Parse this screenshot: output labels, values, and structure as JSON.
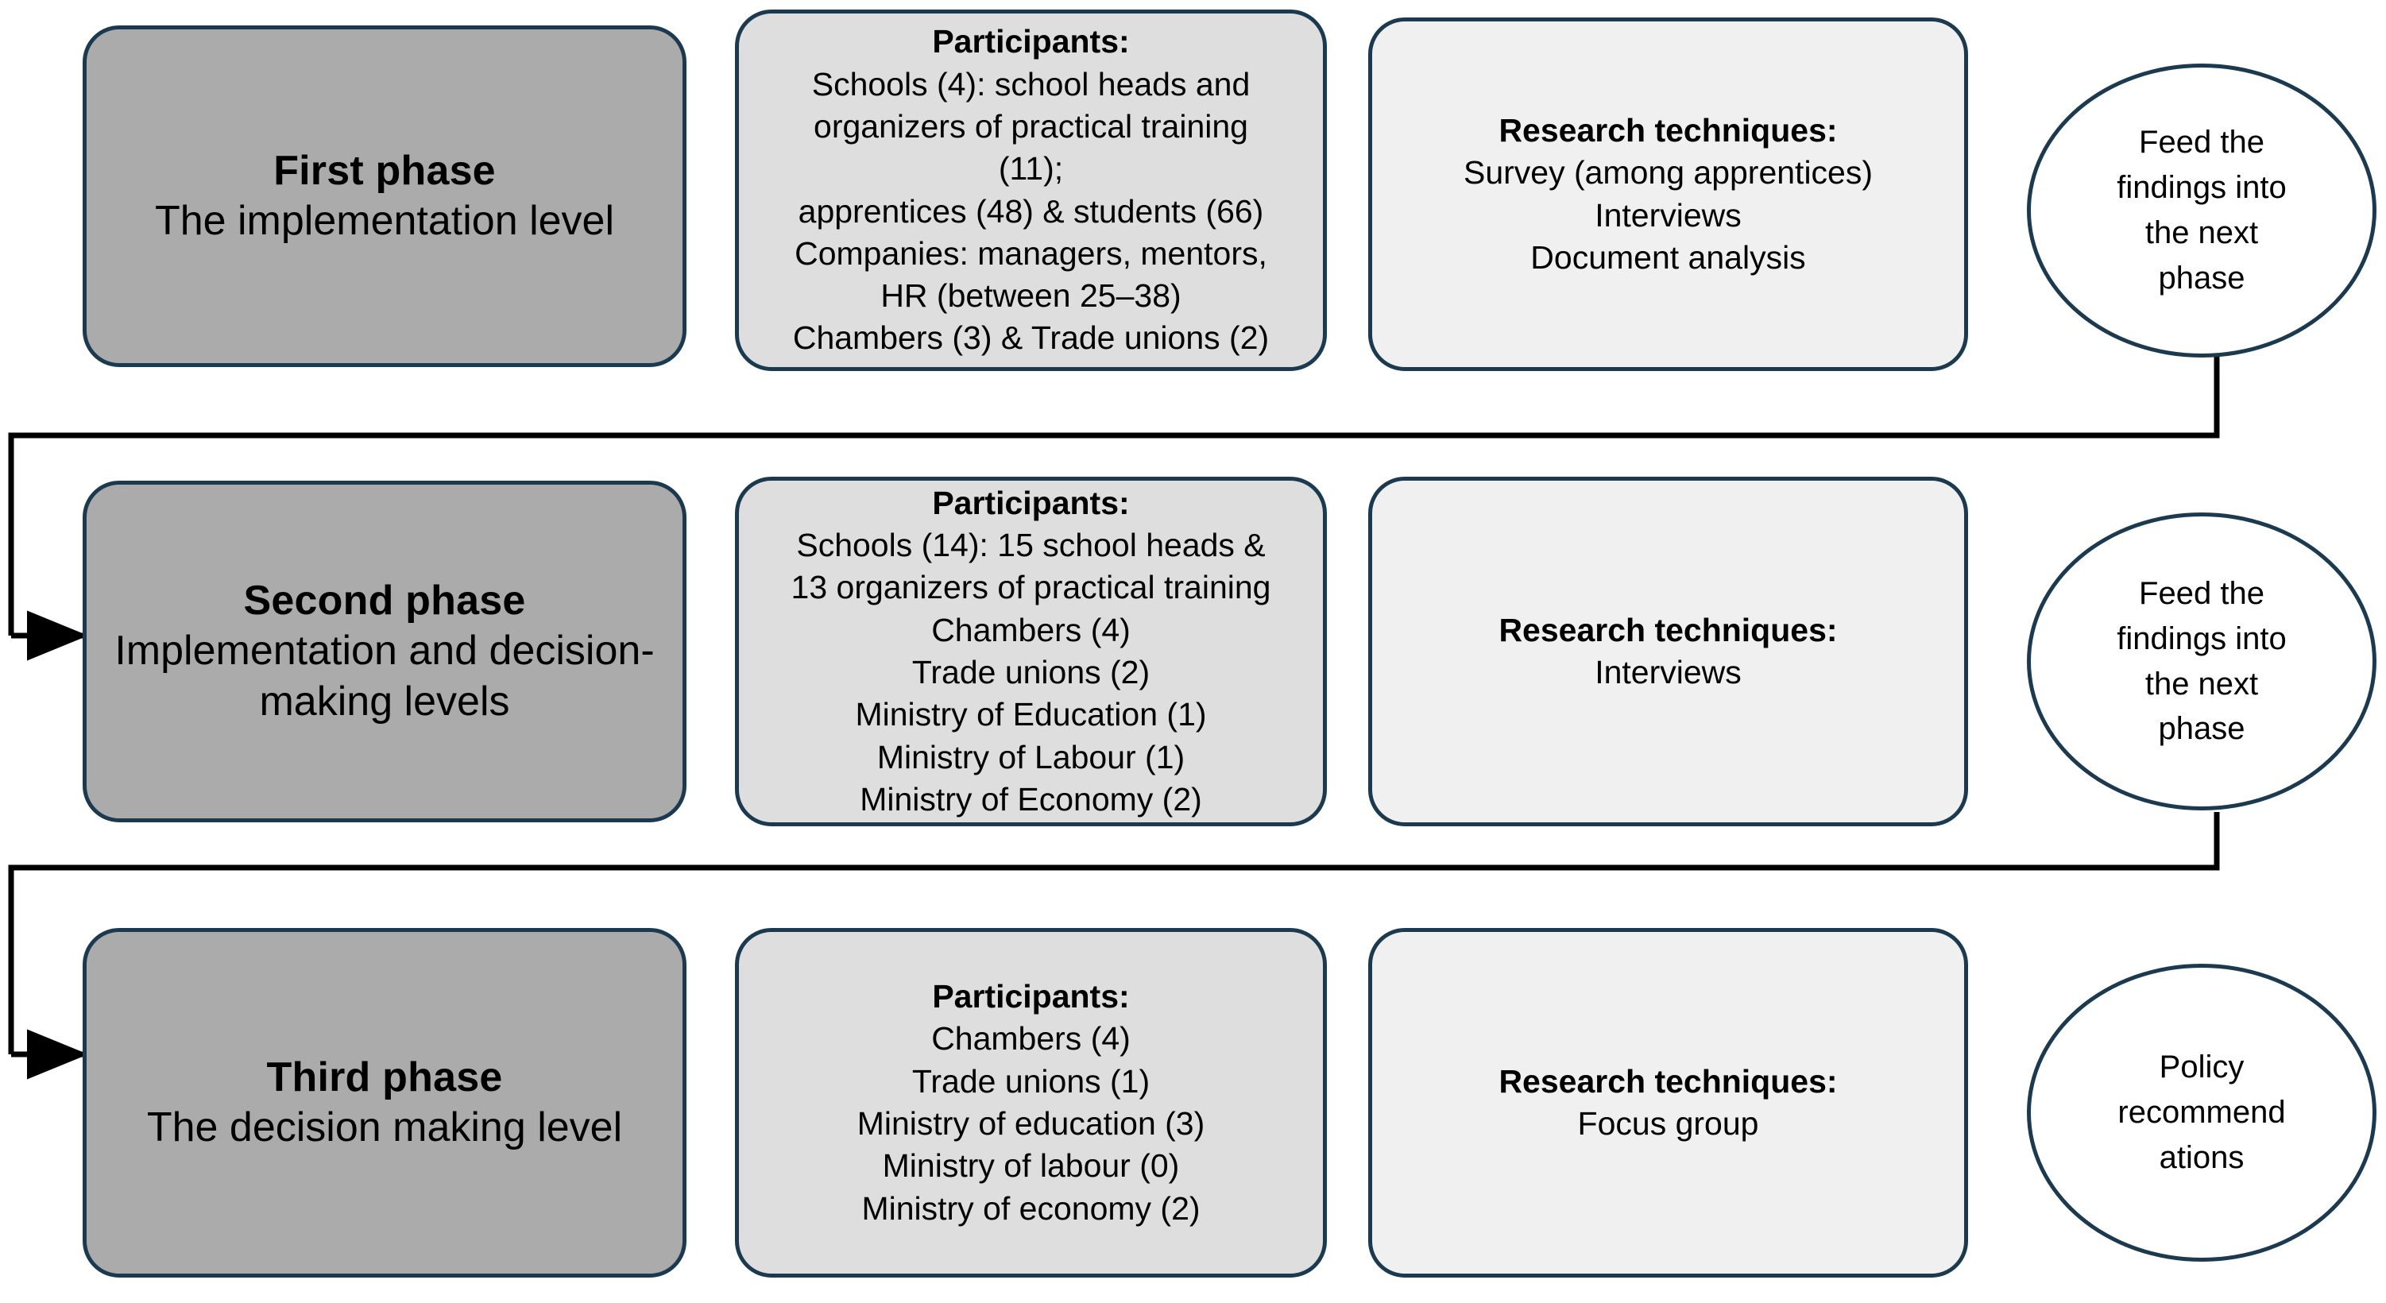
{
  "diagram": {
    "title": "Three-phase research design flowchart",
    "colors": {
      "border": "#1b3a4f",
      "phase_fill": "#ababab",
      "participants_fill": "#dedede",
      "techniques_fill": "#f0f0f0",
      "connector": "#000000",
      "ellipse_fill": "#ffffff",
      "background": "#ffffff"
    }
  },
  "rows": [
    {
      "phase": {
        "title": "First phase",
        "subtitle": "The implementation level"
      },
      "participants": {
        "heading": "Participants:",
        "lines": [
          "Schools (4): school heads and",
          "organizers of practical training",
          "(11);",
          "apprentices (48) & students (66)",
          "Companies: managers, mentors,",
          "HR (between 25–38)",
          "Chambers (3) & Trade unions (2)"
        ]
      },
      "techniques": {
        "heading": "Research techniques:",
        "lines": [
          "Survey (among apprentices)",
          "Interviews",
          "Document analysis"
        ]
      },
      "outcome": {
        "lines": [
          "Feed the",
          "findings into",
          "the next",
          "phase"
        ]
      }
    },
    {
      "phase": {
        "title": "Second phase",
        "subtitle": "Implementation and decision-making levels"
      },
      "participants": {
        "heading": "Participants:",
        "lines": [
          "Schools (14): 15 school heads &",
          "13 organizers of practical training",
          "Chambers (4)",
          "Trade unions (2)",
          "Ministry of Education (1)",
          "Ministry of Labour (1)",
          "Ministry of Economy (2)"
        ]
      },
      "techniques": {
        "heading": "Research techniques:",
        "lines": [
          "Interviews"
        ]
      },
      "outcome": {
        "lines": [
          "Feed the",
          "findings into",
          "the next",
          "phase"
        ]
      }
    },
    {
      "phase": {
        "title": "Third phase",
        "subtitle": "The decision making level"
      },
      "participants": {
        "heading": "Participants:",
        "lines": [
          "Chambers (4)",
          "Trade unions (1)",
          "Ministry of education (3)",
          "Ministry of labour (0)",
          "Ministry of economy (2)"
        ]
      },
      "techniques": {
        "heading": "Research techniques:",
        "lines": [
          "Focus group"
        ]
      },
      "outcome": {
        "lines": [
          "Policy",
          "recommend",
          "ations"
        ]
      }
    }
  ]
}
